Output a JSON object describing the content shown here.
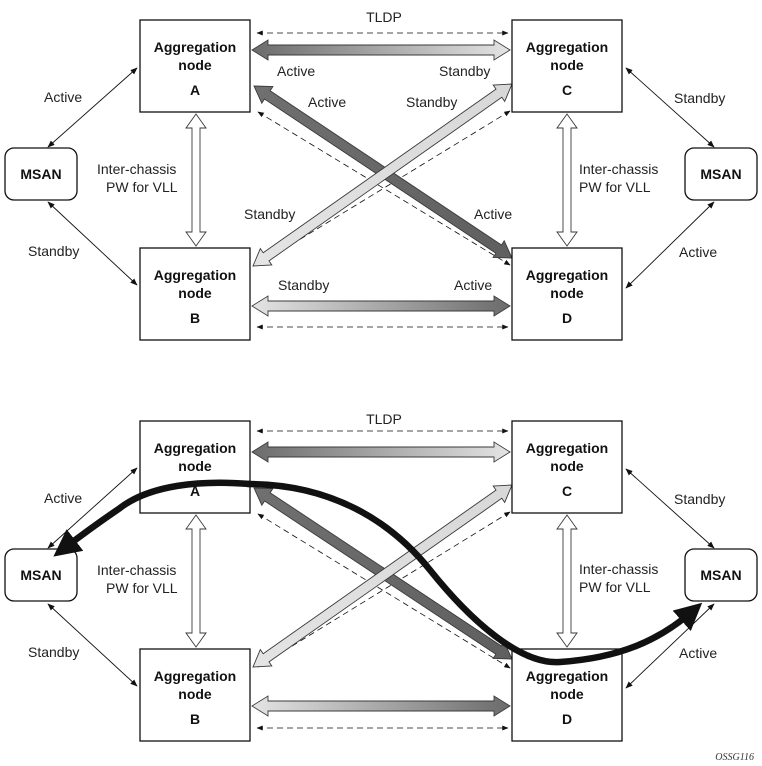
{
  "figure_id": "OSSG116",
  "panels": [
    {
      "id": "top",
      "tldp_label": "TLDP",
      "nodes": {
        "A": {
          "title_line1": "Aggregation",
          "title_line2": "node",
          "letter": "A"
        },
        "B": {
          "title_line1": "Aggregation",
          "title_line2": "node",
          "letter": "B"
        },
        "C": {
          "title_line1": "Aggregation",
          "title_line2": "node",
          "letter": "C"
        },
        "D": {
          "title_line1": "Aggregation",
          "title_line2": "node",
          "letter": "D"
        }
      },
      "msan_left": "MSAN",
      "msan_right": "MSAN",
      "interchassis_left": {
        "line1": "Inter-chassis",
        "line2": "PW for VLL"
      },
      "interchassis_right": {
        "line1": "Inter-chassis",
        "line2": "PW for VLL"
      },
      "labels": {
        "left_msan_a": "Active",
        "left_msan_b": "Standby",
        "right_msan_c": "Standby",
        "right_msan_d": "Active",
        "ac_active": "Active",
        "ac_standby": "Standby",
        "ad_active_near_a": "Active",
        "ad_active_near_d": "Active",
        "bc_standby_near_c": "Standby",
        "bc_standby_near_b": "Standby",
        "bd_standby": "Standby",
        "bd_active": "Active"
      }
    },
    {
      "id": "bottom",
      "tldp_label": "TLDP",
      "nodes": {
        "A": {
          "title_line1": "Aggregation",
          "title_line2": "node",
          "letter": "A"
        },
        "B": {
          "title_line1": "Aggregation",
          "title_line2": "node",
          "letter": "B"
        },
        "C": {
          "title_line1": "Aggregation",
          "title_line2": "node",
          "letter": "C"
        },
        "D": {
          "title_line1": "Aggregation",
          "title_line2": "node",
          "letter": "D"
        }
      },
      "msan_left": "MSAN",
      "msan_right": "MSAN",
      "interchassis_left": {
        "line1": "Inter-chassis",
        "line2": "PW for VLL"
      },
      "interchassis_right": {
        "line1": "Inter-chassis",
        "line2": "PW for VLL"
      },
      "labels": {
        "left_msan_a": "Active",
        "left_msan_b": "Standby",
        "right_msan_c": "Standby",
        "right_msan_d": "Active"
      }
    }
  ],
  "colors": {
    "line": "#111111",
    "arrow_dark": "#6b6b6b",
    "arrow_light": "#e2e2e2",
    "arrow_outline": "#3a3a3a",
    "path": "#111111"
  }
}
